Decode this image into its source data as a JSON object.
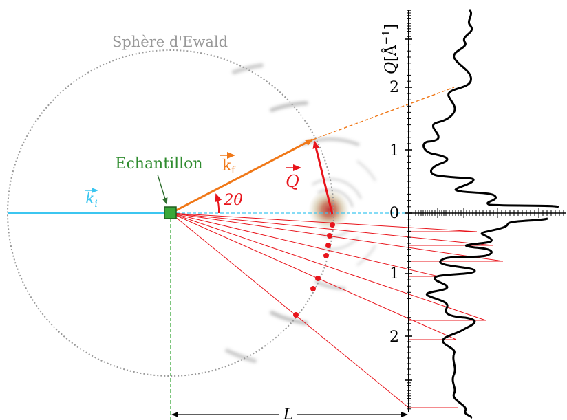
{
  "labels": {
    "sphere": "Sphère d'Ewald",
    "sample": "Echantillon",
    "ki_letter": "k",
    "ki_sub": "i",
    "kf_letter": "k",
    "kf_sub": "f",
    "angle": "2θ",
    "q_vector": "Q",
    "distance": "L",
    "axis_title_q": "Q",
    "axis_title_unit": "[Å",
    "axis_title_exp": "−1",
    "axis_title_close": "]"
  },
  "upper_axis": {
    "ticks": [
      "0",
      "1",
      "2"
    ]
  },
  "lower_axis": {
    "ticks": [
      "1",
      "2"
    ]
  },
  "colors": {
    "incident_beam": "#3cc6f0",
    "scattered_beam": "#f07818",
    "q_vector": "#e8141b",
    "sample": "#3aa83a",
    "sphere": "#999999",
    "detector_rays": "#e8141b",
    "profile": "#000000",
    "sample_label": "#2e8b2e"
  }
}
